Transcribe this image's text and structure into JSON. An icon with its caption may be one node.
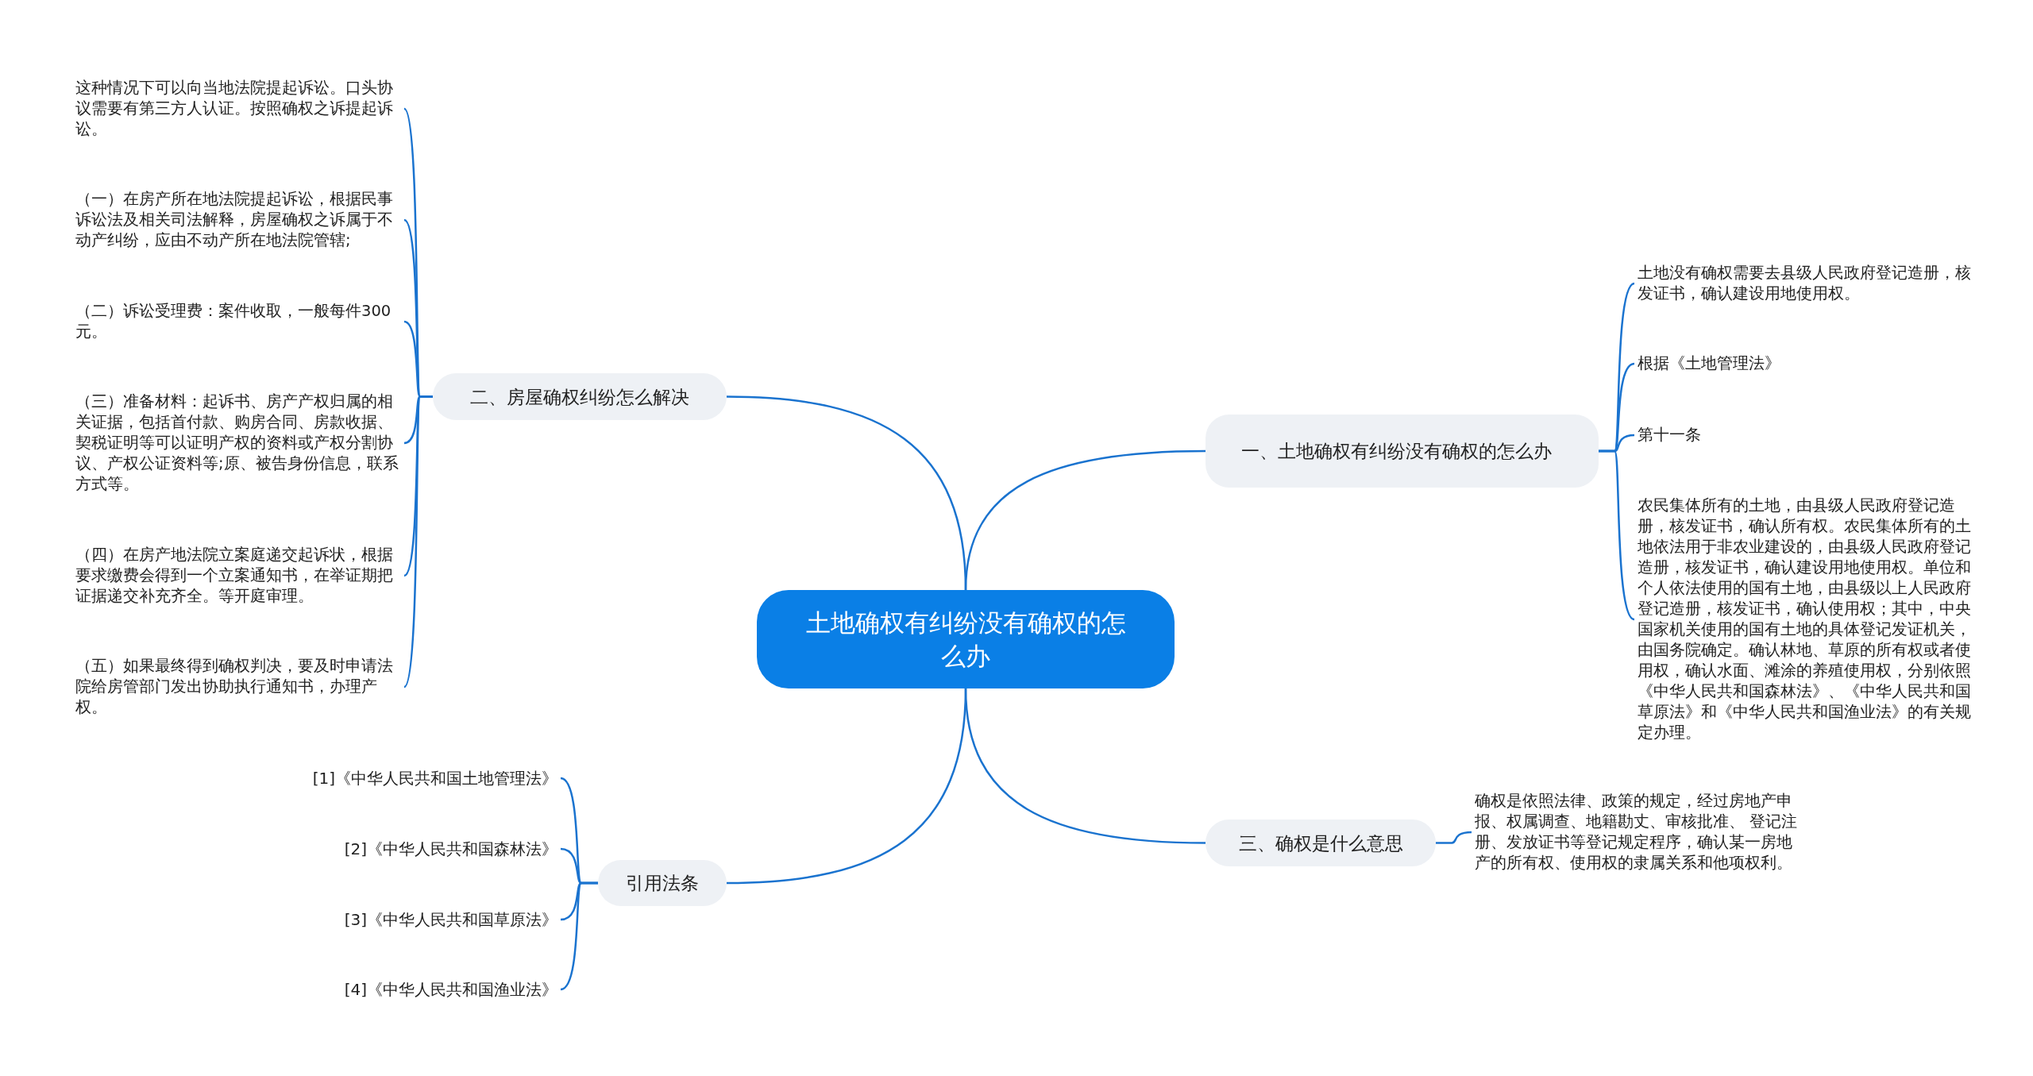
{
  "diagram": {
    "nodes": [
      {
        "text": [
          "土地确权有纠纷没有确权的怎么办"
        ]
      },
      {
        "text": [
          "一、土地确权有纠纷没有确权的怎么办"
        ]
      },
      {
        "text": [
          "土地没有确权需要去县级人民政府登记造册，核发证书，确认建设用地使用权。"
        ]
      },
      {
        "text": [
          "根据《土地管理法》"
        ]
      },
      {
        "text": [
          "第十一条"
        ]
      },
      {
        "text": [
          "农民集体所有的土地，由县级人民政府登记造册，核发证书，确认所有权。农民集体所有的土地依法用于非农业建设的，由县级人民政府登记造册，核发证书，确认建设用地使用权。单位和个人依法使用的国有土地，由县级以上人民政府登记造册，核发证书，确认使用权；其中，中央国家机关使用的国有土地的具体登记发证机关，由国务院确定。确认林地、草原的所有权或者使用权，确认水面、滩涂的养殖使用权，分别依照《中华人民共和国森林法》、《中华人民共和国草原法》和《中华人民共和国渔业法》的有关规定办理。"
        ]
      },
      {
        "text": [
          "二、房屋确权纠纷怎么解决"
        ]
      },
      {
        "text": [
          "这种情况下可以向当地法院提起诉讼。口头协议需要有第三方人认证。按照确权之诉提起诉讼。"
        ]
      },
      {
        "text": [
          "（一）在房产所在地法院提起诉讼，根据民事诉讼法及相关司法解释，房屋确权之诉属于不动产纠纷，应由不动产所在地法院管辖;"
        ]
      },
      {
        "text": [
          "（二）诉讼受理费：案件收取，一般每件300元。"
        ]
      },
      {
        "text": [
          "（三）准备材料：起诉书、房产产权归属的相关证据，包括首付款、购房合同、房款收据、契税证明等可以证明产权的资料或产权分割协议、产权公证资料等;原、被告身份信息，联系方式等。"
        ]
      },
      {
        "text": [
          "（四）在房产地法院立案庭递交起诉状，根据要求缴费会得到一个立案通知书，在举证期把证据递交补充齐全。等开庭审理。"
        ]
      },
      {
        "text": [
          "（五）如果最终得到确权判决，要及时申请法院给房管部门发出协助执行通知书，办理产权。"
        ]
      },
      {
        "text": [
          "三、确权是什么意思"
        ]
      },
      {
        "text": [
          "确权是依照法律、政策的规定，经过房地产申报、权属调查、地籍勘丈、审核批准、 登记注册、发放证书等登记规定程序，确认某一房地产的所有权、使用权的隶属关系和他项权利。"
        ]
      },
      {
        "text": [
          "引用法条"
        ]
      },
      {
        "text": [
          "[1]《中华人民共和国土地管理法》"
        ]
      },
      {
        "text": [
          "[2]《中华人民共和国森林法》"
        ]
      },
      {
        "text": [
          "[3]《中华人民共和国草原法》"
        ]
      },
      {
        "text": [
          "[4]《中华人民共和国渔业法》"
        ]
      }
    ],
    "edges": [
      {
        "from": 0,
        "to": 1,
        "arrow": "none"
      },
      {
        "from": 1,
        "to": 2,
        "arrow": "none"
      },
      {
        "from": 1,
        "to": 3,
        "arrow": "none"
      },
      {
        "from": 1,
        "to": 4,
        "arrow": "none"
      },
      {
        "from": 1,
        "to": 5,
        "arrow": "none"
      },
      {
        "from": 0,
        "to": 6,
        "arrow": "none"
      },
      {
        "from": 6,
        "to": 7,
        "arrow": "none"
      },
      {
        "from": 6,
        "to": 8,
        "arrow": "none"
      },
      {
        "from": 6,
        "to": 9,
        "arrow": "none"
      },
      {
        "from": 6,
        "to": 10,
        "arrow": "none"
      },
      {
        "from": 6,
        "to": 11,
        "arrow": "none"
      },
      {
        "from": 6,
        "to": 12,
        "arrow": "none"
      },
      {
        "from": 0,
        "to": 13,
        "arrow": "none"
      },
      {
        "from": 13,
        "to": 14,
        "arrow": "none"
      },
      {
        "from": 0,
        "to": 15,
        "arrow": "none"
      },
      {
        "from": 15,
        "to": 16,
        "arrow": "none"
      },
      {
        "from": 15,
        "to": 17,
        "arrow": "none"
      },
      {
        "from": 15,
        "to": 18,
        "arrow": "none"
      },
      {
        "from": 15,
        "to": 19,
        "arrow": "none"
      }
    ]
  }
}
